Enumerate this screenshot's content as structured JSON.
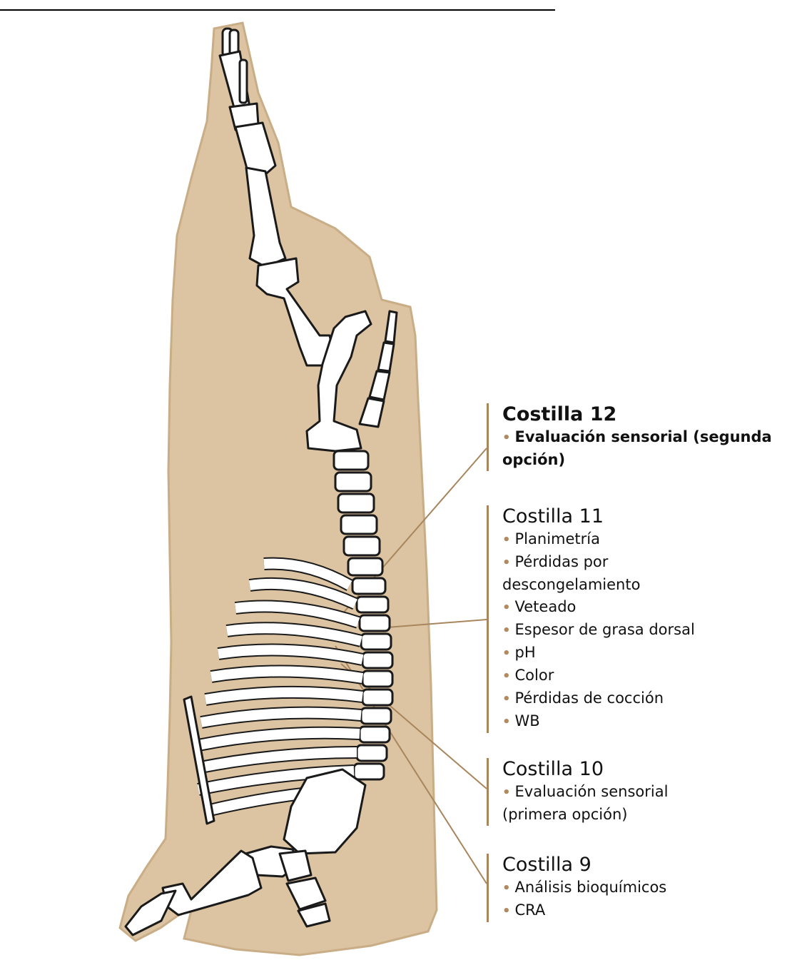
{
  "colors": {
    "carcass": "#dcc3a1",
    "carcass_shadow": "#c9ad86",
    "bone": "#ffffff",
    "bone_outline": "#1a1a1a",
    "leader_line": "#a8865d",
    "text": "#111111"
  },
  "labels": [
    {
      "title": "Costilla 12",
      "title_bold": true,
      "items_bold": true,
      "items": [
        "Evaluación sensorial (segunda opción)"
      ]
    },
    {
      "title": "Costilla 11",
      "title_bold": false,
      "items_bold": false,
      "items": [
        "Planimetría",
        "Pérdidas por descongelamiento",
        "Veteado",
        "Espesor de grasa dorsal",
        "pH",
        "Color",
        "Pérdidas de cocción",
        "WB"
      ]
    },
    {
      "title": "Costilla 10",
      "title_bold": false,
      "items_bold": false,
      "items": [
        "Evaluación sensorial (primera opción)"
      ]
    },
    {
      "title": "Costilla 9",
      "title_bold": false,
      "items_bold": false,
      "items": [
        "Análisis bioquímicos",
        "CRA"
      ]
    }
  ]
}
